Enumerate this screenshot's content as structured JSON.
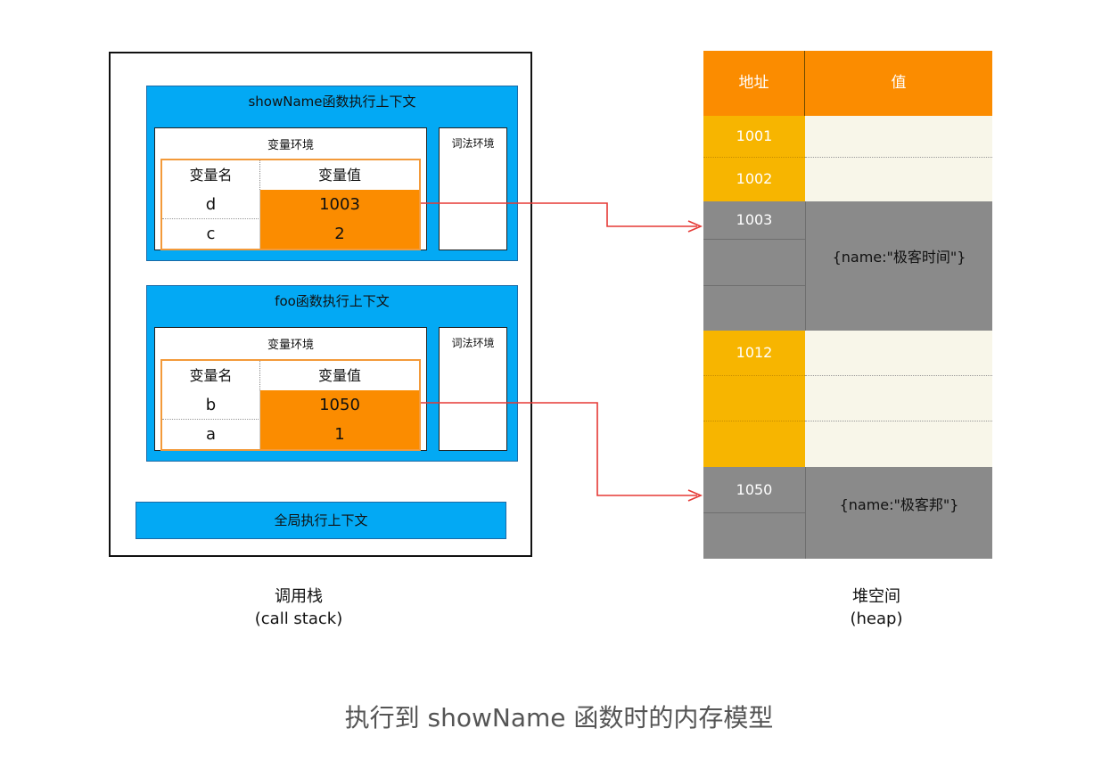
{
  "call_stack": {
    "contexts": [
      {
        "title": "showName函数执行上下文",
        "variable_env_title": "变量环境",
        "lexical_env_title": "词法环境",
        "header": {
          "name": "变量名",
          "value": "变量值"
        },
        "rows": [
          {
            "name": "d",
            "value": "1003"
          },
          {
            "name": "c",
            "value": "2"
          }
        ]
      },
      {
        "title": "foo函数执行上下文",
        "variable_env_title": "变量环境",
        "lexical_env_title": "词法环境",
        "header": {
          "name": "变量名",
          "value": "变量值"
        },
        "rows": [
          {
            "name": "b",
            "value": "1050"
          },
          {
            "name": "a",
            "value": "1"
          }
        ]
      }
    ],
    "global_context": "全局执行上下文",
    "label": "调用栈",
    "label_en": "(call stack)"
  },
  "heap": {
    "header": {
      "address": "地址",
      "value": "值"
    },
    "addresses": [
      "1001",
      "1002",
      "1003",
      "1012",
      "1050"
    ],
    "objects": [
      {
        "at": "1003",
        "text": "{name:\"极客时间\"}"
      },
      {
        "at": "1050",
        "text": "{name:\"极客邦\"}"
      }
    ],
    "label": "堆空间",
    "label_en": "(heap)"
  },
  "caption": "执行到 showName 函数时的内存模型",
  "colors": {
    "context": "#03a9f4",
    "value_cell": "#fb8c00",
    "heap_header": "#fb8c00",
    "heap_yellow": "#f7b500",
    "heap_cream": "#f8f6e9",
    "heap_gray": "#8a8a8a",
    "arrow": "#e53935"
  }
}
